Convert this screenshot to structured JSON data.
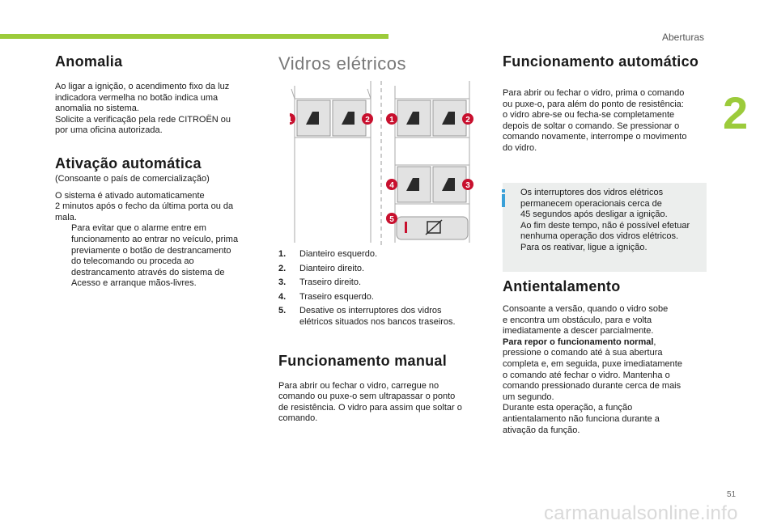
{
  "header": {
    "section": "Aberturas",
    "chapter": "2",
    "page_number": "51"
  },
  "watermark": "carmanualsonline.info",
  "col1": {
    "anomalia": {
      "title": "Anomalia",
      "text": "Ao ligar a ignição, o acendimento fixo da luz\nindicadora vermelha no botão indica uma\nanomalia no sistema.\nSolicite a verificação pela rede CITROËN ou\npor uma oficina autorizada."
    },
    "ativacao": {
      "title": "Ativação automática",
      "note": "(Consoante o país de comercialização)",
      "text": "O sistema é ativado automaticamente\n2 minutos após o fecho da última porta ou da\nmala.",
      "bullet_symbol": "",
      "bullet": "Para evitar que o alarme entre em\nfuncionamento ao entrar no veículo, prima\npreviamente o botão de destrancamento\ndo telecomando ou proceda ao\ndestrancamento através do sistema de\nAcesso e arranque mãos-livres."
    }
  },
  "col2": {
    "vidros_title": "Vidros elétricos",
    "diagram": {
      "callouts": [
        "1",
        "2",
        "1",
        "2",
        "4",
        "3",
        "5"
      ],
      "accent": "#c8102e"
    },
    "list": [
      {
        "num": "1.",
        "text": "Dianteiro esquerdo."
      },
      {
        "num": "2.",
        "text": "Dianteiro direito."
      },
      {
        "num": "3.",
        "text": "Traseiro direito."
      },
      {
        "num": "4.",
        "text": "Traseiro esquerdo."
      },
      {
        "num": "5.",
        "text": "Desative os interruptores dos vidros\nelétricos situados nos bancos traseiros."
      }
    ],
    "manual": {
      "title": "Funcionamento manual",
      "text": "Para abrir ou fechar o vidro, carregue no\ncomando ou puxe-o sem ultrapassar o ponto\nde resistência. O vidro para assim que soltar o\ncomando."
    }
  },
  "col3": {
    "auto": {
      "title": "Funcionamento automático",
      "text": "Para abrir ou fechar o vidro, prima o comando\nou puxe-o, para além do ponto de resistência:\no vidro abre-se ou fecha-se completamente\ndepois de soltar o comando. Se pressionar o\ncomando novamente, interrompe o movimento\ndo vidro."
    },
    "info": {
      "text": "Os interruptores dos vidros elétricos\npermanecem operacionais cerca de\n45 segundos após desligar a ignição.\nAo fim deste tempo, não é possível efetuar\nnenhuma operação dos vidros elétricos.\nPara os reativar, ligue a ignição."
    },
    "anti": {
      "title": "Antientalamento",
      "text1": "Consoante a versão, quando o vidro sobe\ne encontra um obstáculo, para e volta\nimediatamente a descer parcialmente.",
      "bold_label": "Para repor o funcionamento normal",
      "text2_first": ",",
      "text2": "pressione o comando até à sua abertura\ncompleta e, em seguida, puxe imediatamente\no comando até fechar o vidro. Mantenha o\ncomando pressionado durante cerca de mais\num segundo.\nDurante esta operação, a função\nantientalamento não funciona durante a\nativação da função."
    }
  },
  "colors": {
    "accent_green": "#9ccb3b",
    "callout_red": "#c8102e",
    "info_blue": "#3aa0d8"
  }
}
